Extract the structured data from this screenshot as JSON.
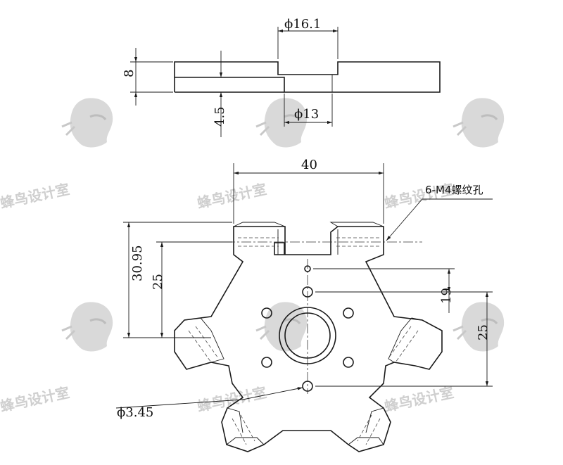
{
  "watermark": {
    "text": "蜂鸟设计室",
    "icon": "bird-head-logo"
  },
  "dimensions": {
    "bore_diameter_top": "ϕ16.1",
    "thickness": "8",
    "step_depth": "4.5",
    "bore_diameter_bottom": "ϕ13",
    "slot_span": "40",
    "outer_height": "30.95",
    "hole_height": "25",
    "hole_spacing_19": "19",
    "hole_spacing_25": "25",
    "small_hole_diameter": "ϕ3.45"
  },
  "notes": {
    "thread_hole": "6-M4螺纹孔"
  },
  "colors": {
    "line": "#1a1a1a",
    "watermark": "#cfcfcf"
  }
}
